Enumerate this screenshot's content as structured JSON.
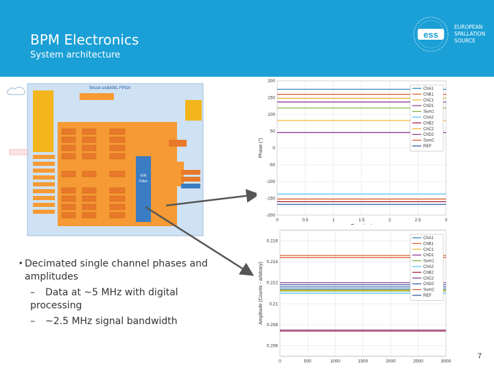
{
  "slide": {
    "title": "BPM Electronics",
    "subtitle": "System architecture",
    "page_number": "7"
  },
  "logo": {
    "lines": [
      "EUROPEAN",
      "SPALLATION",
      "SOURCE"
    ],
    "letters": "ess"
  },
  "bullets": {
    "main": "Decimated single channel phases and amplitudes",
    "sub": [
      "Data at ~5 MHz with digital processing",
      "~2.5 MHz signal bandwidth"
    ]
  },
  "diagram": {
    "fpga_title": "Struck sis8300L FPGA",
    "fir_label": "FIR Filter"
  },
  "colors": {
    "header": "#1a9fd6",
    "fpga_bg": "#f59a34",
    "panel_blue": "#3b7dc4"
  },
  "chart_data": [
    {
      "type": "line",
      "xlabel": "Time (ms)",
      "ylabel": "Phase (°)",
      "xlim": [
        0,
        3
      ],
      "ylim": [
        -200,
        200
      ],
      "x_ticks": [
        "0",
        "0.5",
        "1",
        "1.5",
        "2",
        "2.5",
        "3"
      ],
      "y_ticks": [
        "200",
        "150",
        "100",
        "50",
        "0",
        "-50",
        "-100",
        "-150",
        "-200"
      ],
      "grid": true,
      "legend_position": "top-right",
      "series": [
        {
          "name": "ChA1",
          "color": "#1f77b4",
          "values": [
            175,
            175
          ]
        },
        {
          "name": "ChB1",
          "color": "#d95319",
          "values": [
            160,
            160
          ]
        },
        {
          "name": "ChC1",
          "color": "#edb120",
          "values": [
            148,
            148
          ]
        },
        {
          "name": "ChD1",
          "color": "#7e2f8e",
          "values": [
            137,
            137
          ]
        },
        {
          "name": "Sum1",
          "color": "#77ac30",
          "values": [
            119,
            119
          ]
        },
        {
          "name": "ChA2",
          "color": "#4dbeee",
          "values": [
            -137,
            -137
          ]
        },
        {
          "name": "ChB2",
          "color": "#a2142f",
          "values": [
            -160,
            -160
          ]
        },
        {
          "name": "ChC2",
          "color": "#edb120",
          "values": [
            82,
            82
          ]
        },
        {
          "name": "ChD2",
          "color": "#7e2f8e",
          "values": [
            46,
            46
          ]
        },
        {
          "name": "Sum2",
          "color": "#d95319",
          "values": [
            -152,
            -152
          ]
        },
        {
          "name": "REF",
          "color": "#1f4e9c",
          "values": [
            -168,
            -168
          ]
        }
      ]
    },
    {
      "type": "line",
      "xlabel": "",
      "ylabel": "Amplitude (Counts - arbitrary)",
      "xlim": [
        0,
        3000
      ],
      "ylim": [
        0.205,
        0.217
      ],
      "x_ticks": [
        "0",
        "500",
        "1000",
        "1500",
        "2000",
        "2500",
        "3000"
      ],
      "y_ticks": [
        "0.216",
        "0.214",
        "0.212",
        "0.21",
        "0.208",
        "0.206"
      ],
      "grid": true,
      "legend_position": "top-right",
      "series": [
        {
          "name": "ChA1",
          "color": "#1f77b4",
          "values": [
            0.2114,
            0.2114
          ]
        },
        {
          "name": "ChB1",
          "color": "#d95319",
          "values": [
            0.2146,
            0.2146
          ]
        },
        {
          "name": "ChC1",
          "color": "#edb120",
          "values": [
            0.2113,
            0.2113
          ]
        },
        {
          "name": "ChD1",
          "color": "#7e2f8e",
          "values": [
            0.2075,
            0.2075
          ]
        },
        {
          "name": "Sum1",
          "color": "#77ac30",
          "values": [
            0.2112,
            0.2112
          ]
        },
        {
          "name": "ChA2",
          "color": "#4dbeee",
          "values": [
            0.211,
            0.211
          ]
        },
        {
          "name": "ChB2",
          "color": "#a2142f",
          "values": [
            0.2074,
            0.2074
          ]
        },
        {
          "name": "ChC2",
          "color": "#7e2f8e",
          "values": [
            0.212,
            0.212
          ]
        },
        {
          "name": "ChD2",
          "color": "#1f4e9c",
          "values": [
            0.2118,
            0.2118
          ]
        },
        {
          "name": "Sum2",
          "color": "#d95319",
          "values": [
            0.2144,
            0.2144
          ]
        },
        {
          "name": "REF",
          "color": "#1f4e9c",
          "values": [
            0.2116,
            0.2116
          ]
        }
      ]
    }
  ]
}
